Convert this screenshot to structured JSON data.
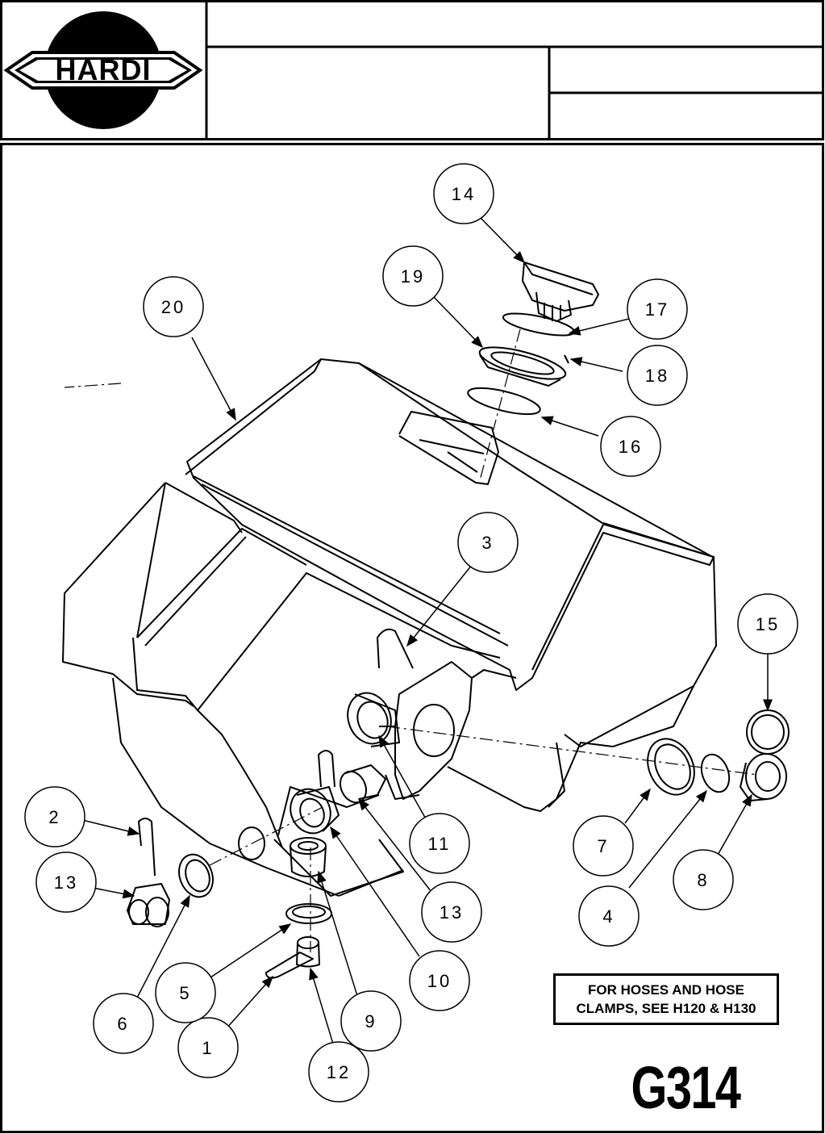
{
  "logo": {
    "brand": "HARDI"
  },
  "title_block": {
    "title": "",
    "description": "",
    "field_right_top": "",
    "field_right_bottom": ""
  },
  "callouts": [
    {
      "id": "c1",
      "label": "1"
    },
    {
      "id": "c2",
      "label": "2"
    },
    {
      "id": "c3",
      "label": "3"
    },
    {
      "id": "c4",
      "label": "4"
    },
    {
      "id": "c5",
      "label": "5"
    },
    {
      "id": "c6",
      "label": "6"
    },
    {
      "id": "c7",
      "label": "7"
    },
    {
      "id": "c8",
      "label": "8"
    },
    {
      "id": "c9",
      "label": "9"
    },
    {
      "id": "c10",
      "label": "10"
    },
    {
      "id": "c11",
      "label": "11"
    },
    {
      "id": "c12",
      "label": "12"
    },
    {
      "id": "c13a",
      "label": "13"
    },
    {
      "id": "c13b",
      "label": "13"
    },
    {
      "id": "c14",
      "label": "14"
    },
    {
      "id": "c15",
      "label": "15"
    },
    {
      "id": "c16",
      "label": "16"
    },
    {
      "id": "c17",
      "label": "17"
    },
    {
      "id": "c18",
      "label": "18"
    },
    {
      "id": "c19",
      "label": "19"
    },
    {
      "id": "c20",
      "label": "20"
    }
  ],
  "note": {
    "line1": "FOR HOSES AND HOSE",
    "line2": "CLAMPS, SEE H120 & H130"
  },
  "drawing_code": "G314"
}
